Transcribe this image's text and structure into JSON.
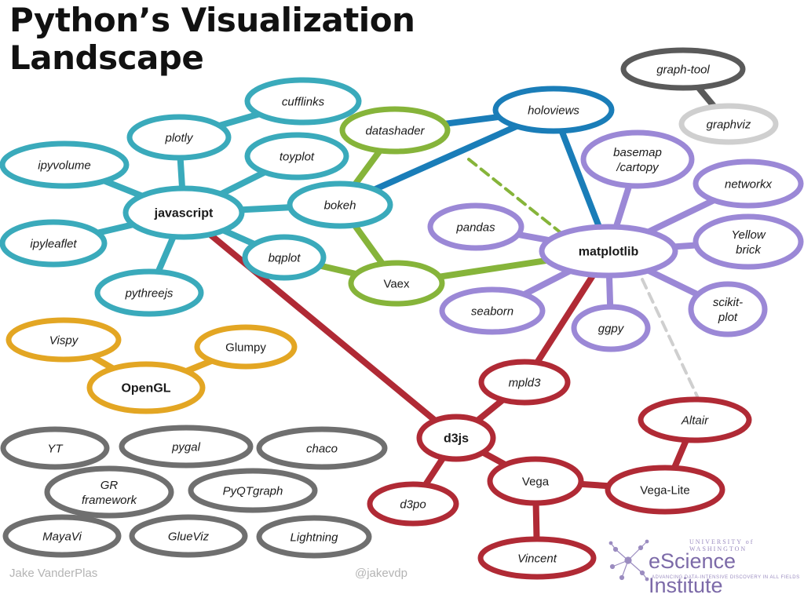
{
  "title": [
    "Python’s Visualization",
    "Landscape"
  ],
  "credits": {
    "author": "Jake VanderPlas",
    "handle": "@jakevdp"
  },
  "logo": {
    "university": "UNIVERSITY of WASHINGTON",
    "name": "eScience Institute",
    "tagline": "ADVANCING DATA-INTENSIVE DISCOVERY IN ALL FIELDS",
    "icon": "network-logo-icon"
  },
  "colors": {
    "teal": "#3aaabb",
    "green": "#86b43a",
    "blue": "#1a7db8",
    "purple": "#9b88d6",
    "red": "#b02a35",
    "orange": "#e3a623",
    "gray": "#6f6f6f",
    "lightgray": "#cfcfcf",
    "darkgray": "#5a5a5a"
  },
  "nodes": [
    {
      "id": "javascript",
      "label": "javascript",
      "color": "teal",
      "bold": true
    },
    {
      "id": "plotly",
      "label": "plotly",
      "color": "teal"
    },
    {
      "id": "cufflinks",
      "label": "cufflinks",
      "color": "teal"
    },
    {
      "id": "toyplot",
      "label": "toyplot",
      "color": "teal"
    },
    {
      "id": "ipyvolume",
      "label": "ipyvolume",
      "color": "teal"
    },
    {
      "id": "ipyleaflet",
      "label": "ipyleaflet",
      "color": "teal"
    },
    {
      "id": "pythreejs",
      "label": "pythreejs",
      "color": "teal"
    },
    {
      "id": "bqplot",
      "label": "bqplot",
      "color": "teal"
    },
    {
      "id": "bokeh",
      "label": "bokeh",
      "color": "teal"
    },
    {
      "id": "datashader",
      "label": "datashader",
      "color": "green"
    },
    {
      "id": "vaex",
      "label": "Vaex",
      "color": "green",
      "upright": true
    },
    {
      "id": "holoviews",
      "label": "holoviews",
      "color": "blue"
    },
    {
      "id": "graphtool",
      "label": "graph-tool",
      "color": "darkgray"
    },
    {
      "id": "graphviz",
      "label": "graphviz",
      "color": "lightgray"
    },
    {
      "id": "matplotlib",
      "label": "matplotlib",
      "color": "purple",
      "bold": true
    },
    {
      "id": "basemap",
      "label": "basemap\n/cartopy",
      "color": "purple"
    },
    {
      "id": "networkx",
      "label": "networkx",
      "color": "purple"
    },
    {
      "id": "yellowbrick",
      "label": "Yellow\nbrick",
      "color": "purple"
    },
    {
      "id": "scikitplot",
      "label": "scikit-\nplot",
      "color": "purple"
    },
    {
      "id": "ggpy",
      "label": "ggpy",
      "color": "purple"
    },
    {
      "id": "seaborn",
      "label": "seaborn",
      "color": "purple"
    },
    {
      "id": "pandas",
      "label": "pandas",
      "color": "purple"
    },
    {
      "id": "vispy",
      "label": "Vispy",
      "color": "orange"
    },
    {
      "id": "glumpy",
      "label": "Glumpy",
      "color": "orange",
      "upright": true
    },
    {
      "id": "opengl",
      "label": "OpenGL",
      "color": "orange",
      "bold": true
    },
    {
      "id": "yt",
      "label": "YT",
      "color": "gray"
    },
    {
      "id": "pygal",
      "label": "pygal",
      "color": "gray"
    },
    {
      "id": "chaco",
      "label": "chaco",
      "color": "gray"
    },
    {
      "id": "grframework",
      "label": "GR\nframework",
      "color": "gray"
    },
    {
      "id": "pyqtgraph",
      "label": "PyQTgraph",
      "color": "gray"
    },
    {
      "id": "mayavi",
      "label": "MayaVi",
      "color": "gray"
    },
    {
      "id": "glueviz",
      "label": "GlueViz",
      "color": "gray"
    },
    {
      "id": "lightning",
      "label": "Lightning",
      "color": "gray"
    },
    {
      "id": "mpld3",
      "label": "mpld3",
      "color": "red"
    },
    {
      "id": "d3js",
      "label": "d3js",
      "color": "red",
      "bold": true
    },
    {
      "id": "d3po",
      "label": "d3po",
      "color": "red"
    },
    {
      "id": "vega",
      "label": "Vega",
      "color": "red",
      "upright": true
    },
    {
      "id": "vegalite",
      "label": "Vega-Lite",
      "color": "red",
      "upright": true
    },
    {
      "id": "altair",
      "label": "Altair",
      "color": "red"
    },
    {
      "id": "vincent",
      "label": "Vincent",
      "color": "red"
    }
  ],
  "edges": [
    {
      "from": "javascript",
      "to": "plotly",
      "color": "teal"
    },
    {
      "from": "plotly",
      "to": "cufflinks",
      "color": "teal"
    },
    {
      "from": "javascript",
      "to": "toyplot",
      "color": "teal"
    },
    {
      "from": "javascript",
      "to": "ipyvolume",
      "color": "teal"
    },
    {
      "from": "javascript",
      "to": "ipyleaflet",
      "color": "teal"
    },
    {
      "from": "javascript",
      "to": "pythreejs",
      "color": "teal"
    },
    {
      "from": "javascript",
      "to": "bqplot",
      "color": "teal"
    },
    {
      "from": "javascript",
      "to": "bokeh",
      "color": "teal"
    },
    {
      "from": "javascript",
      "to": "d3js",
      "color": "red"
    },
    {
      "from": "bokeh",
      "to": "holoviews",
      "color": "blue"
    },
    {
      "from": "holoviews",
      "to": "matplotlib",
      "color": "blue"
    },
    {
      "from": "datashader",
      "to": "holoviews",
      "color": "blue"
    },
    {
      "from": "datashader",
      "to": "bokeh",
      "color": "green"
    },
    {
      "from": "bokeh",
      "to": "vaex",
      "color": "green"
    },
    {
      "from": "bqplot",
      "to": "vaex",
      "color": "green"
    },
    {
      "from": "vaex",
      "to": "matplotlib",
      "color": "green"
    },
    {
      "from": "datashader",
      "to": "matplotlib",
      "color": "green",
      "dashed": true
    },
    {
      "from": "graphtool",
      "to": "graphviz",
      "color": "darkgray"
    },
    {
      "from": "matplotlib",
      "to": "basemap",
      "color": "purple"
    },
    {
      "from": "matplotlib",
      "to": "networkx",
      "color": "purple"
    },
    {
      "from": "matplotlib",
      "to": "yellowbrick",
      "color": "purple"
    },
    {
      "from": "matplotlib",
      "to": "scikitplot",
      "color": "purple"
    },
    {
      "from": "matplotlib",
      "to": "ggpy",
      "color": "purple"
    },
    {
      "from": "matplotlib",
      "to": "seaborn",
      "color": "purple"
    },
    {
      "from": "matplotlib",
      "to": "pandas",
      "color": "purple"
    },
    {
      "from": "matplotlib",
      "to": "mpld3",
      "color": "red"
    },
    {
      "from": "matplotlib",
      "to": "altair",
      "color": "lightgray",
      "dashed": true
    },
    {
      "from": "vispy",
      "to": "opengl",
      "color": "orange"
    },
    {
      "from": "glumpy",
      "to": "opengl",
      "color": "orange"
    },
    {
      "from": "mpld3",
      "to": "d3js",
      "color": "red"
    },
    {
      "from": "d3js",
      "to": "d3po",
      "color": "red"
    },
    {
      "from": "d3js",
      "to": "vega",
      "color": "red"
    },
    {
      "from": "vega",
      "to": "vegalite",
      "color": "red"
    },
    {
      "from": "vegalite",
      "to": "altair",
      "color": "red"
    },
    {
      "from": "vega",
      "to": "vincent",
      "color": "red"
    }
  ]
}
